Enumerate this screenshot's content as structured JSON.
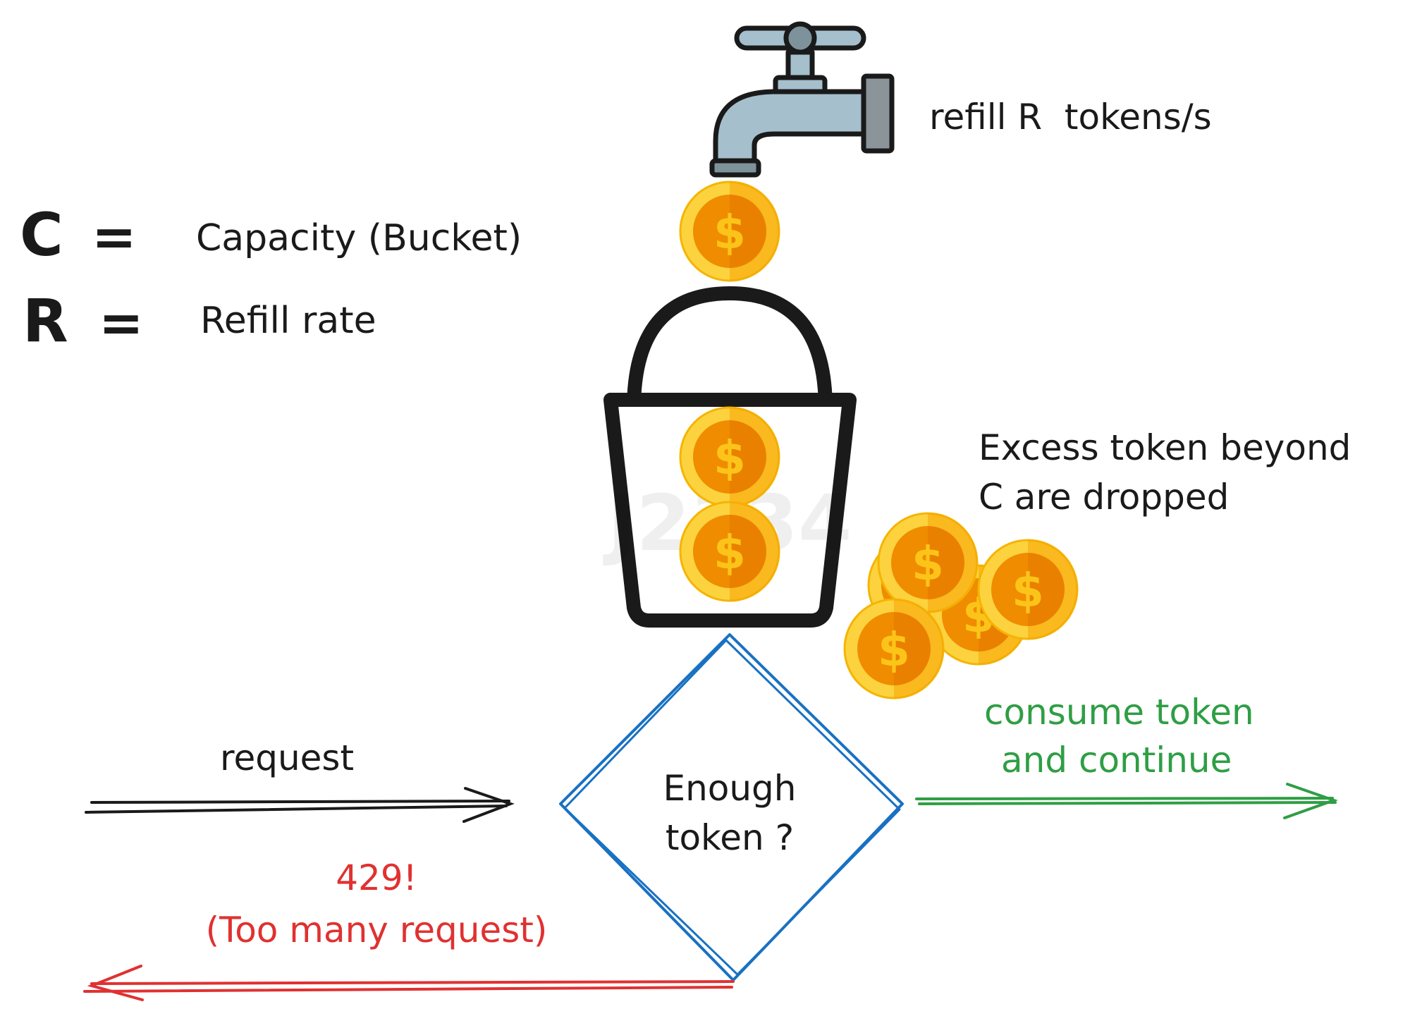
{
  "legend": {
    "c_symbol": "C",
    "r_symbol": "R",
    "equals": "=",
    "c_meaning": "Capacity (Bucket)",
    "r_meaning": "Refill rate"
  },
  "refill_label": "refill R  tokens/s",
  "excess_label": {
    "line1": "Excess token beyond",
    "line2": "C are dropped"
  },
  "decision": {
    "line1": "Enough",
    "line2": "token ?"
  },
  "request_label": "request",
  "consume_label": {
    "line1": "consume token",
    "line2": "and continue"
  },
  "reject_label": {
    "line1": "429!",
    "line2": "(Too many request)"
  },
  "coin_symbol": "$",
  "watermark": "J2334",
  "colors": {
    "black": "#1a1a1a",
    "blue": "#1971c2",
    "green": "#2f9e44",
    "red": "#e03131",
    "coin_outer": "#fcd33f",
    "coin_inner": "#f08c00",
    "coin_symbol": "#fcc419",
    "faucet": "#a5bfcc"
  },
  "icons": [
    "faucet-icon",
    "bucket-icon",
    "coin-icon"
  ]
}
